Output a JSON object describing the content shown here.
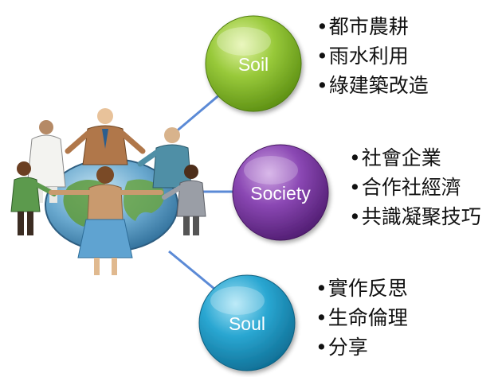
{
  "hub": {
    "image": "people-holding-hands-around-globe"
  },
  "nodes": [
    {
      "label": "Soil",
      "color": "#8cc63f",
      "items": [
        "都市農耕",
        "雨水利用",
        "綠建築改造"
      ]
    },
    {
      "label": "Society",
      "color": "#7b3aa0",
      "items": [
        "社會企業",
        "合作社經濟",
        "共識凝聚技巧"
      ]
    },
    {
      "label": "Soul",
      "color": "#1f9fc8",
      "items": [
        "實作反思",
        "生命倫理",
        "分享"
      ]
    }
  ],
  "connector_color": "#5b8ad6"
}
